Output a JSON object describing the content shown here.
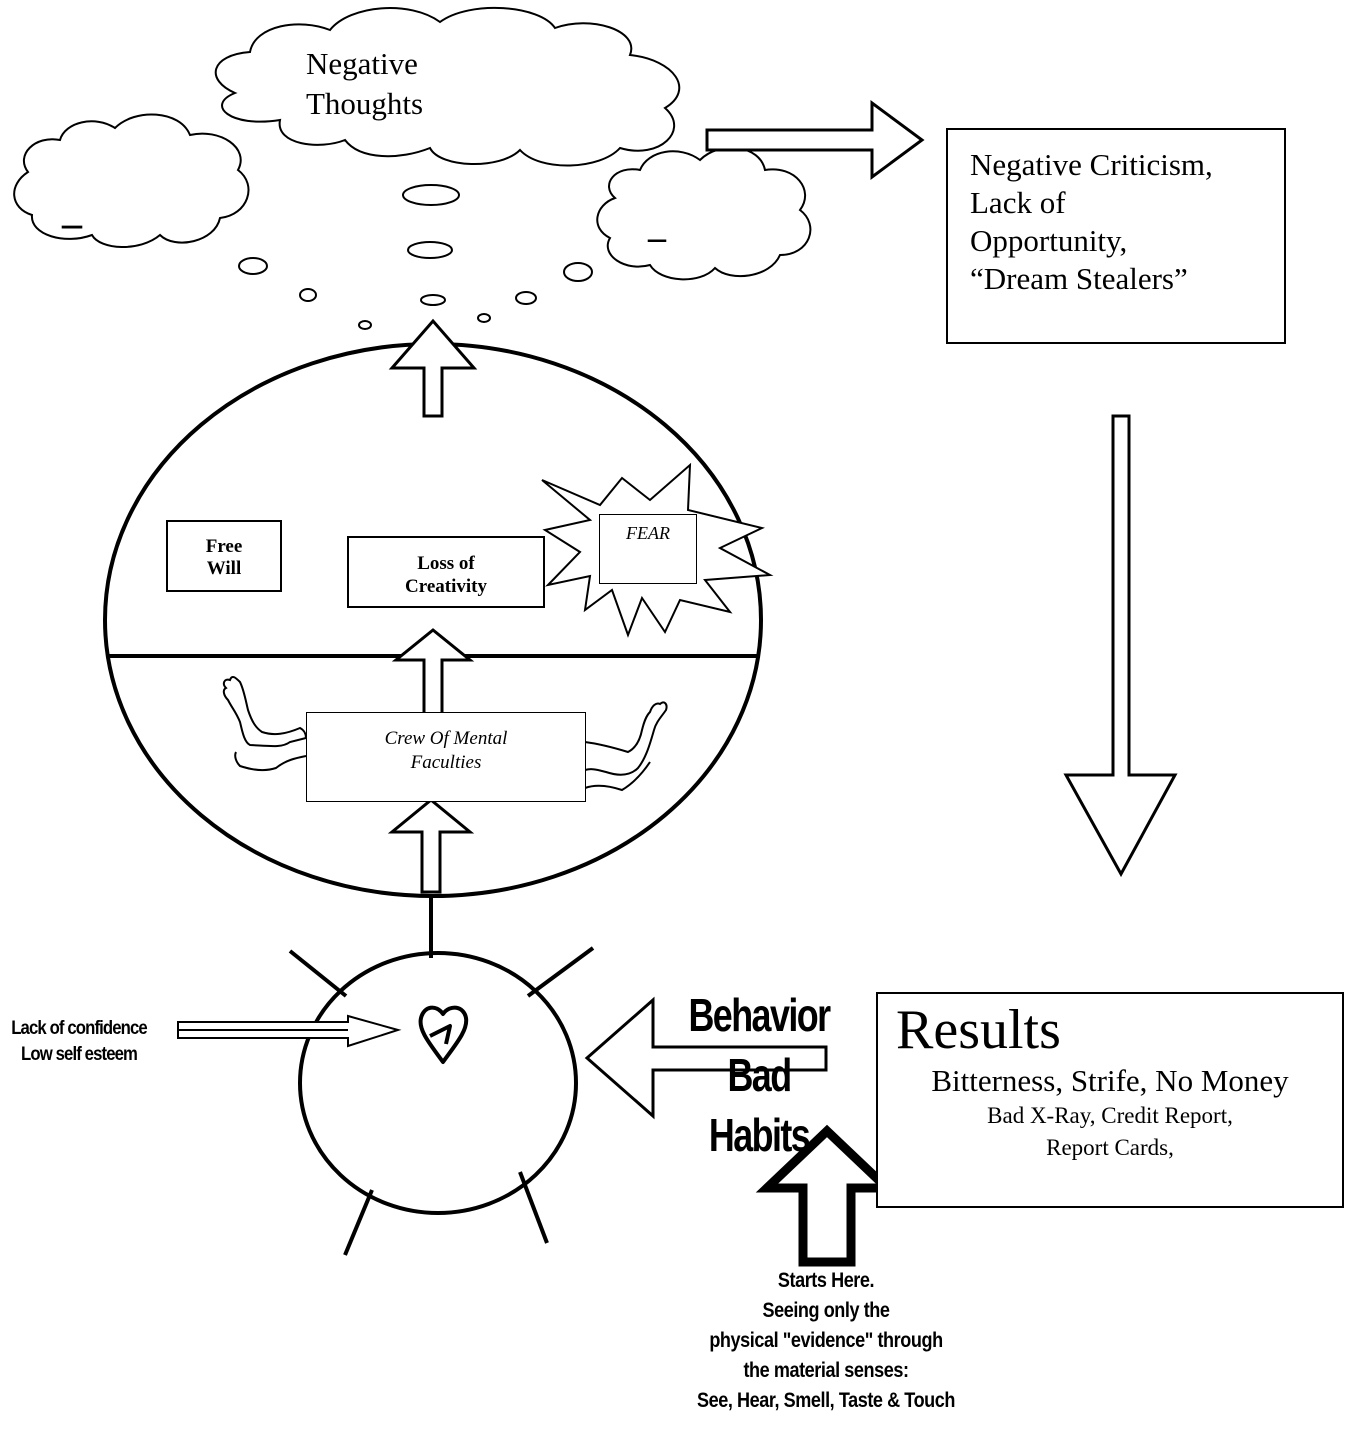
{
  "thought_cloud": {
    "line1": "Negative",
    "line2": "Thoughts"
  },
  "left_cloud": {
    "sign": "_"
  },
  "right_cloud": {
    "sign": "_"
  },
  "criticism_box": {
    "line1": "Negative Criticism,",
    "line2": "Lack of",
    "line3": "Opportunity,",
    "line4": "“Dream Stealers”"
  },
  "mind": {
    "free_will": {
      "line1": "Free",
      "line2": "Will"
    },
    "loss_of_creativity": {
      "line1": "Loss of",
      "line2": "Creativity"
    },
    "fear": "FEAR",
    "crew": {
      "line1": "Crew Of Mental",
      "line2": "Faculties"
    }
  },
  "self_labels": {
    "line1": "Lack of confidence",
    "line2": "Low self esteem"
  },
  "heart_icon": "heart-icon",
  "behavior": {
    "line1": "Behavior",
    "line2": "Bad Habits"
  },
  "results_box": {
    "title": "Results",
    "line1": "Bitterness, Strife, No Money",
    "line2": "Bad X-Ray, Credit Report,",
    "line3": "Report Cards,"
  },
  "starts_here": {
    "line1": "Starts Here.",
    "line2": "Seeing only the",
    "line3": "physical \"evidence\" through",
    "line4": "the material senses:",
    "line5": "See, Hear, Smell, Taste & Touch"
  },
  "colors": {
    "ink": "#000000",
    "paper": "#ffffff"
  }
}
